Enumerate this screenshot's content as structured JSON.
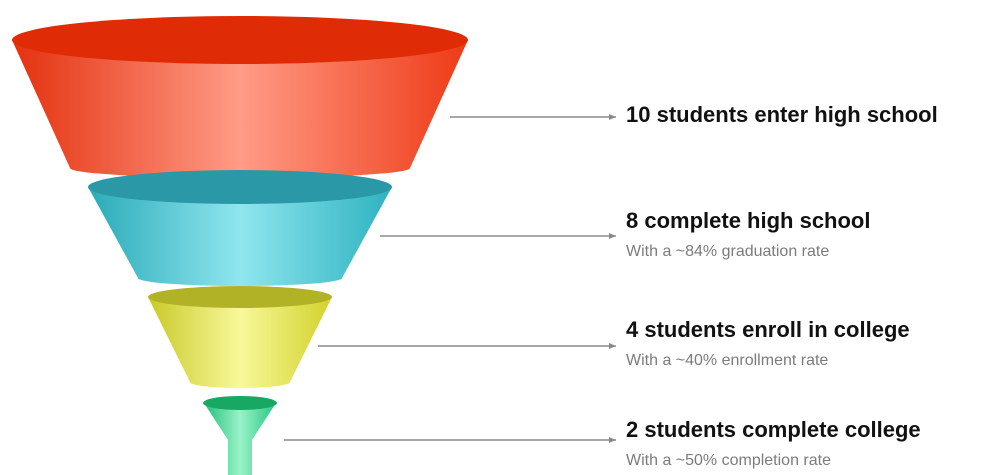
{
  "stages": [
    {
      "title": "10 students enter high school",
      "subtitle": "",
      "color": "#ff4a2a",
      "value": 10
    },
    {
      "title": "8 complete high school",
      "subtitle": "With a ~84% graduation rate",
      "color": "#3cc4d0",
      "value": 8
    },
    {
      "title": "4 students enroll in college",
      "subtitle": "With a ~40% enrollment rate",
      "color": "#e6e63a",
      "value": 4
    },
    {
      "title": "2 students complete college",
      "subtitle": "With a ~50% completion rate",
      "color": "#3ee09a",
      "value": 2
    }
  ],
  "connector_color": "#8a8a8a"
}
